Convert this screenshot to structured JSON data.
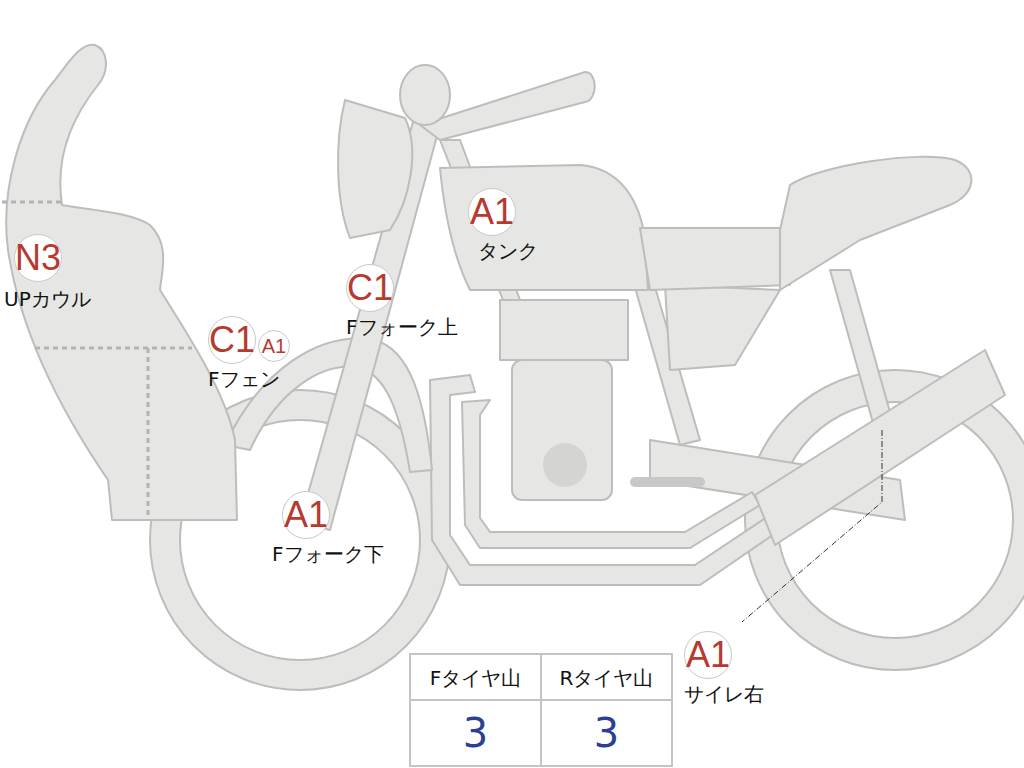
{
  "diagram": {
    "nodes": [
      {
        "text": [
          "N3",
          "UPカウル"
        ]
      },
      {
        "text": [
          "A1",
          "タンク"
        ]
      },
      {
        "text": [
          "C1",
          "Fフォーク上"
        ]
      },
      {
        "text": [
          "C1",
          "Fフェン"
        ]
      },
      {
        "text": [
          "A1"
        ]
      },
      {
        "text": [
          "A1",
          "Fフォーク下"
        ]
      },
      {
        "text": [
          "A1",
          "サイレ右"
        ]
      }
    ],
    "labels": [
      "Fタイヤ山",
      "Rタイヤ山",
      "3",
      "3"
    ]
  }
}
